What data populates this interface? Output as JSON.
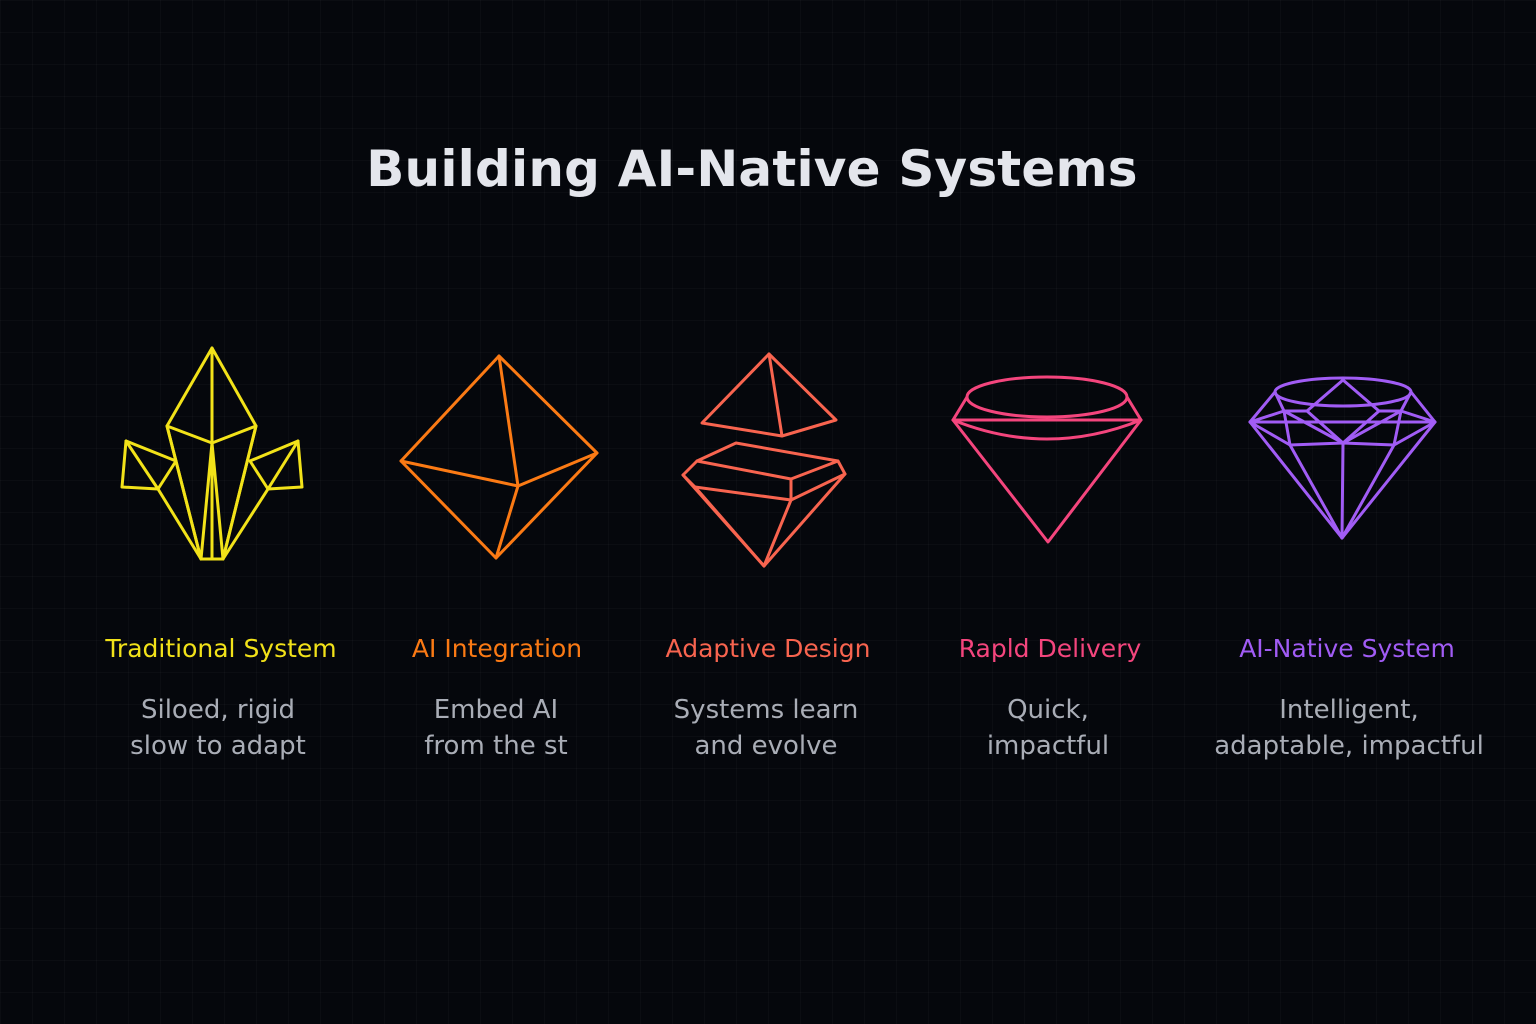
{
  "title": "Building AI-Native Systems",
  "stages": [
    {
      "label": "Traditional System",
      "desc_line1": "Siloed, rigid",
      "desc_line2": "slow to adapt",
      "color": "#f2e219",
      "icon": "crystal-cluster-icon"
    },
    {
      "label": "AI Integration",
      "desc_line1": "Embed AI",
      "desc_line2": "from the st",
      "color": "#fb7a14",
      "icon": "octahedron-icon"
    },
    {
      "label": "Adaptive Design",
      "desc_line1": "Systems learn",
      "desc_line2": "and evolve",
      "color": "#f8644f",
      "icon": "split-gem-icon"
    },
    {
      "label": "Rapld Delivery",
      "desc_line1": "Quick,",
      "desc_line2": "impactful",
      "color": "#f4457d",
      "icon": "cone-gem-icon"
    },
    {
      "label": "AI-Native System",
      "desc_line1": "Intelligent,",
      "desc_line2": "adaptable, impactful",
      "color": "#a15cf5",
      "icon": "diamond-icon"
    }
  ]
}
